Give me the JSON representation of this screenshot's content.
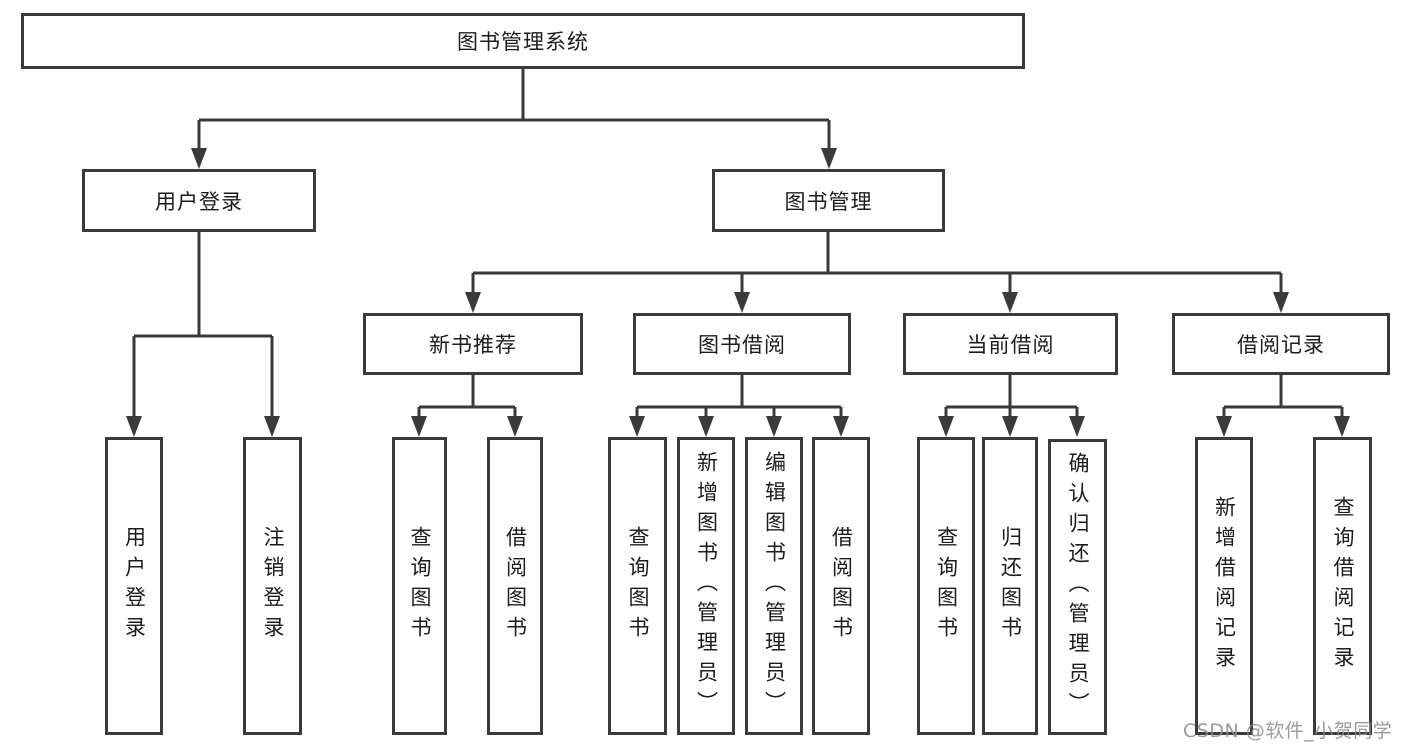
{
  "tree": {
    "label": "图书管理系统",
    "children": [
      {
        "label": "用户登录",
        "children": [
          {
            "label": "用户登录"
          },
          {
            "label": "注销登录"
          }
        ]
      },
      {
        "label": "图书管理",
        "children": [
          {
            "label": "新书推荐",
            "children": [
              {
                "label": "查询图书"
              },
              {
                "label": "借阅图书"
              }
            ]
          },
          {
            "label": "图书借阅",
            "children": [
              {
                "label": "查询图书"
              },
              {
                "label": "新增图书（管理员）"
              },
              {
                "label": "编辑图书（管理员）"
              },
              {
                "label": "借阅图书"
              }
            ]
          },
          {
            "label": "当前借阅",
            "children": [
              {
                "label": "查询图书"
              },
              {
                "label": "归还图书"
              },
              {
                "label": "确认归还（管理员）"
              }
            ]
          },
          {
            "label": "借阅记录",
            "children": [
              {
                "label": "新增借阅记录"
              },
              {
                "label": "查询借阅记录"
              }
            ]
          }
        ]
      }
    ]
  },
  "colors": {
    "line": "#3a3a3a",
    "text": "#1c1c1c",
    "background": "#ffffff",
    "watermark": "#8c8c8c"
  },
  "watermark": "CSDN @软件_小贺同学"
}
